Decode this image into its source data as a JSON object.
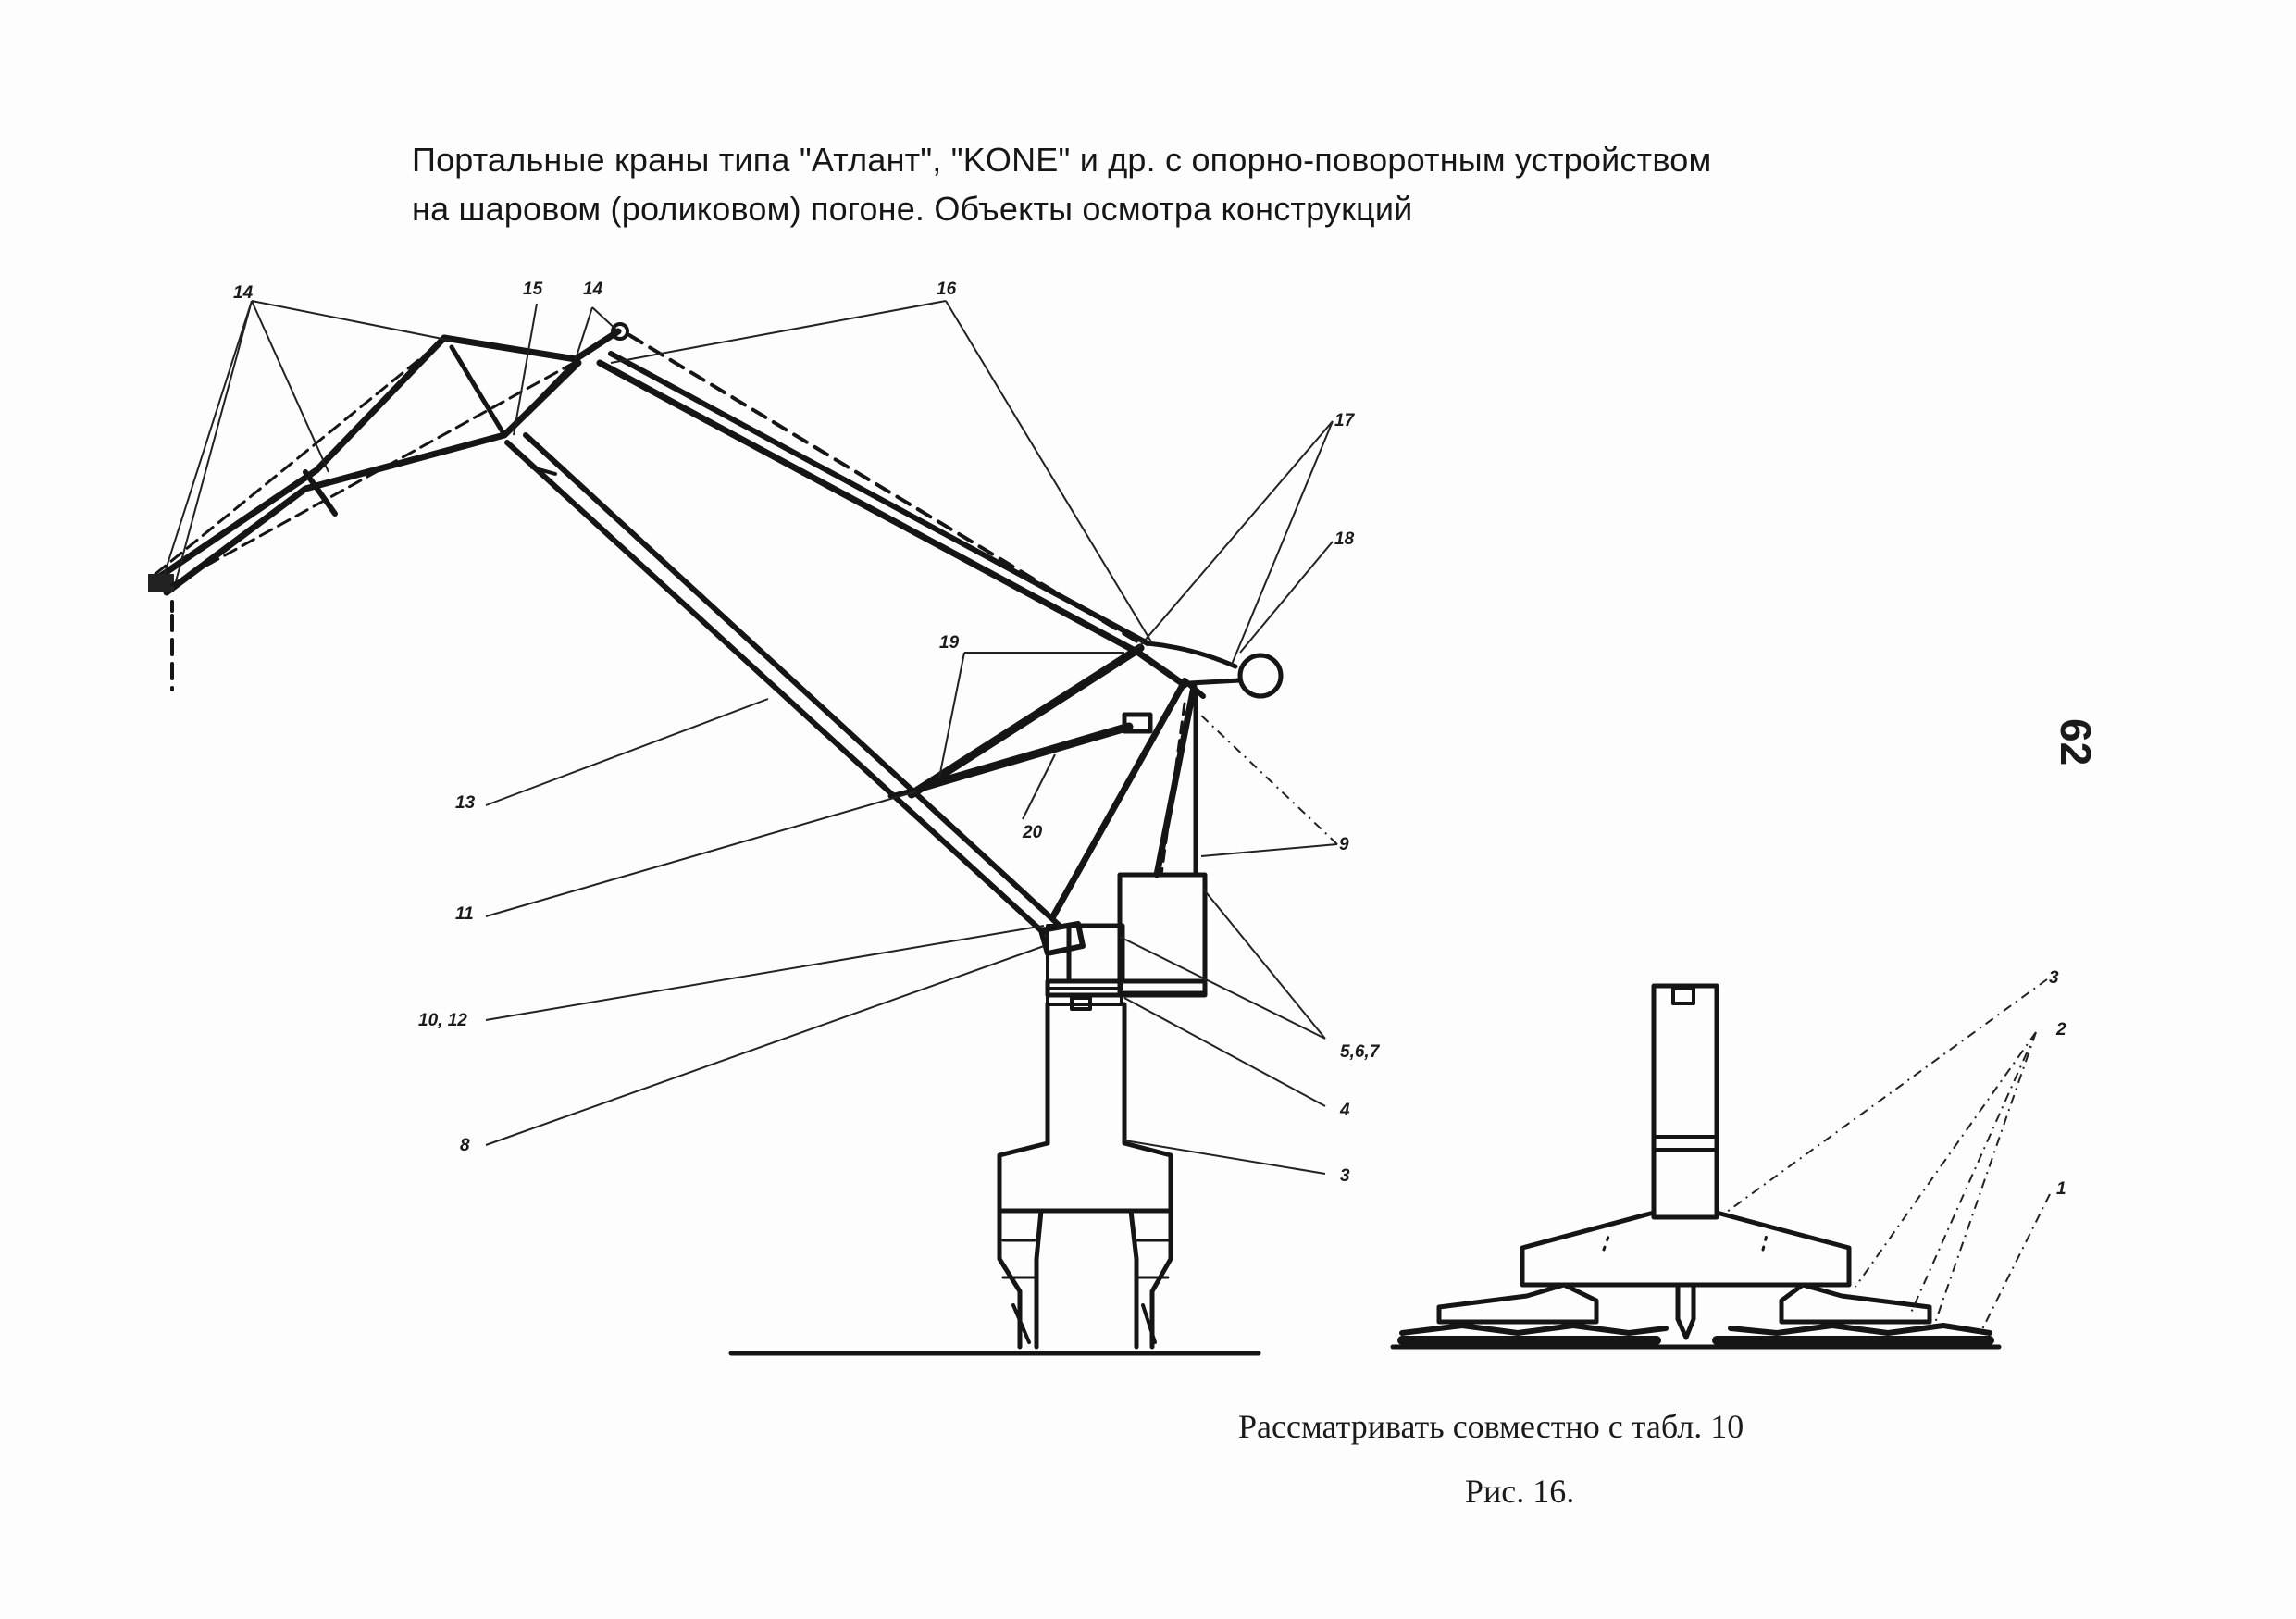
{
  "title": {
    "line1": "Портальные краны типа \"Атлант\", \"KONE\" и др. с опорно-поворотным устройством",
    "line2": "на шаровом (роликовом) погоне. Объекты осмотра конструкций"
  },
  "page_number": "62",
  "footer": {
    "note": "Рассматривать совместно с табл. 10",
    "figure": "Рис. 16."
  },
  "labels": {
    "l14a": "14",
    "l15": "15",
    "l14b": "14",
    "l16": "16",
    "l17": "17",
    "l18": "18",
    "l19": "19",
    "l13": "13",
    "l20": "20",
    "l11": "11",
    "l9": "9",
    "l1012": "10, 12",
    "l567": "5,6,7",
    "l4": "4",
    "l8": "8",
    "l3a": "3",
    "l3b": "3",
    "l2": "2",
    "l1": "1"
  }
}
